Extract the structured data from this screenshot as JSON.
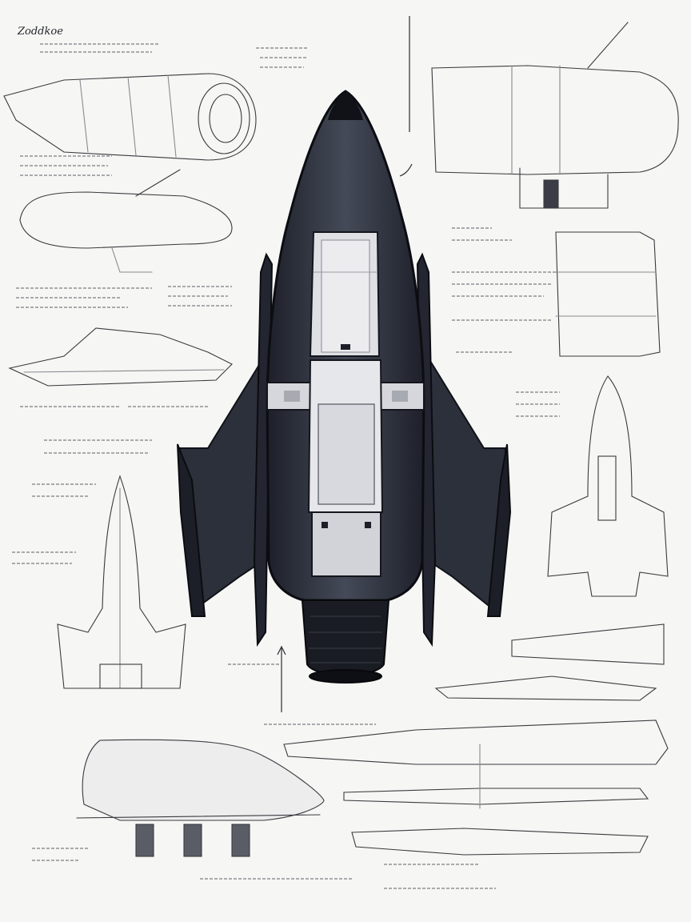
{
  "sheet": {
    "title_scrawl": "Zoddkoe",
    "ink_color": "#1f232b",
    "hull_dark": "#2f3340",
    "hull_light": "#e8e8ea",
    "paper": "#f6f6f4"
  },
  "icons": [
    "spaceship-top-view",
    "side-view-sketch",
    "arrow"
  ]
}
